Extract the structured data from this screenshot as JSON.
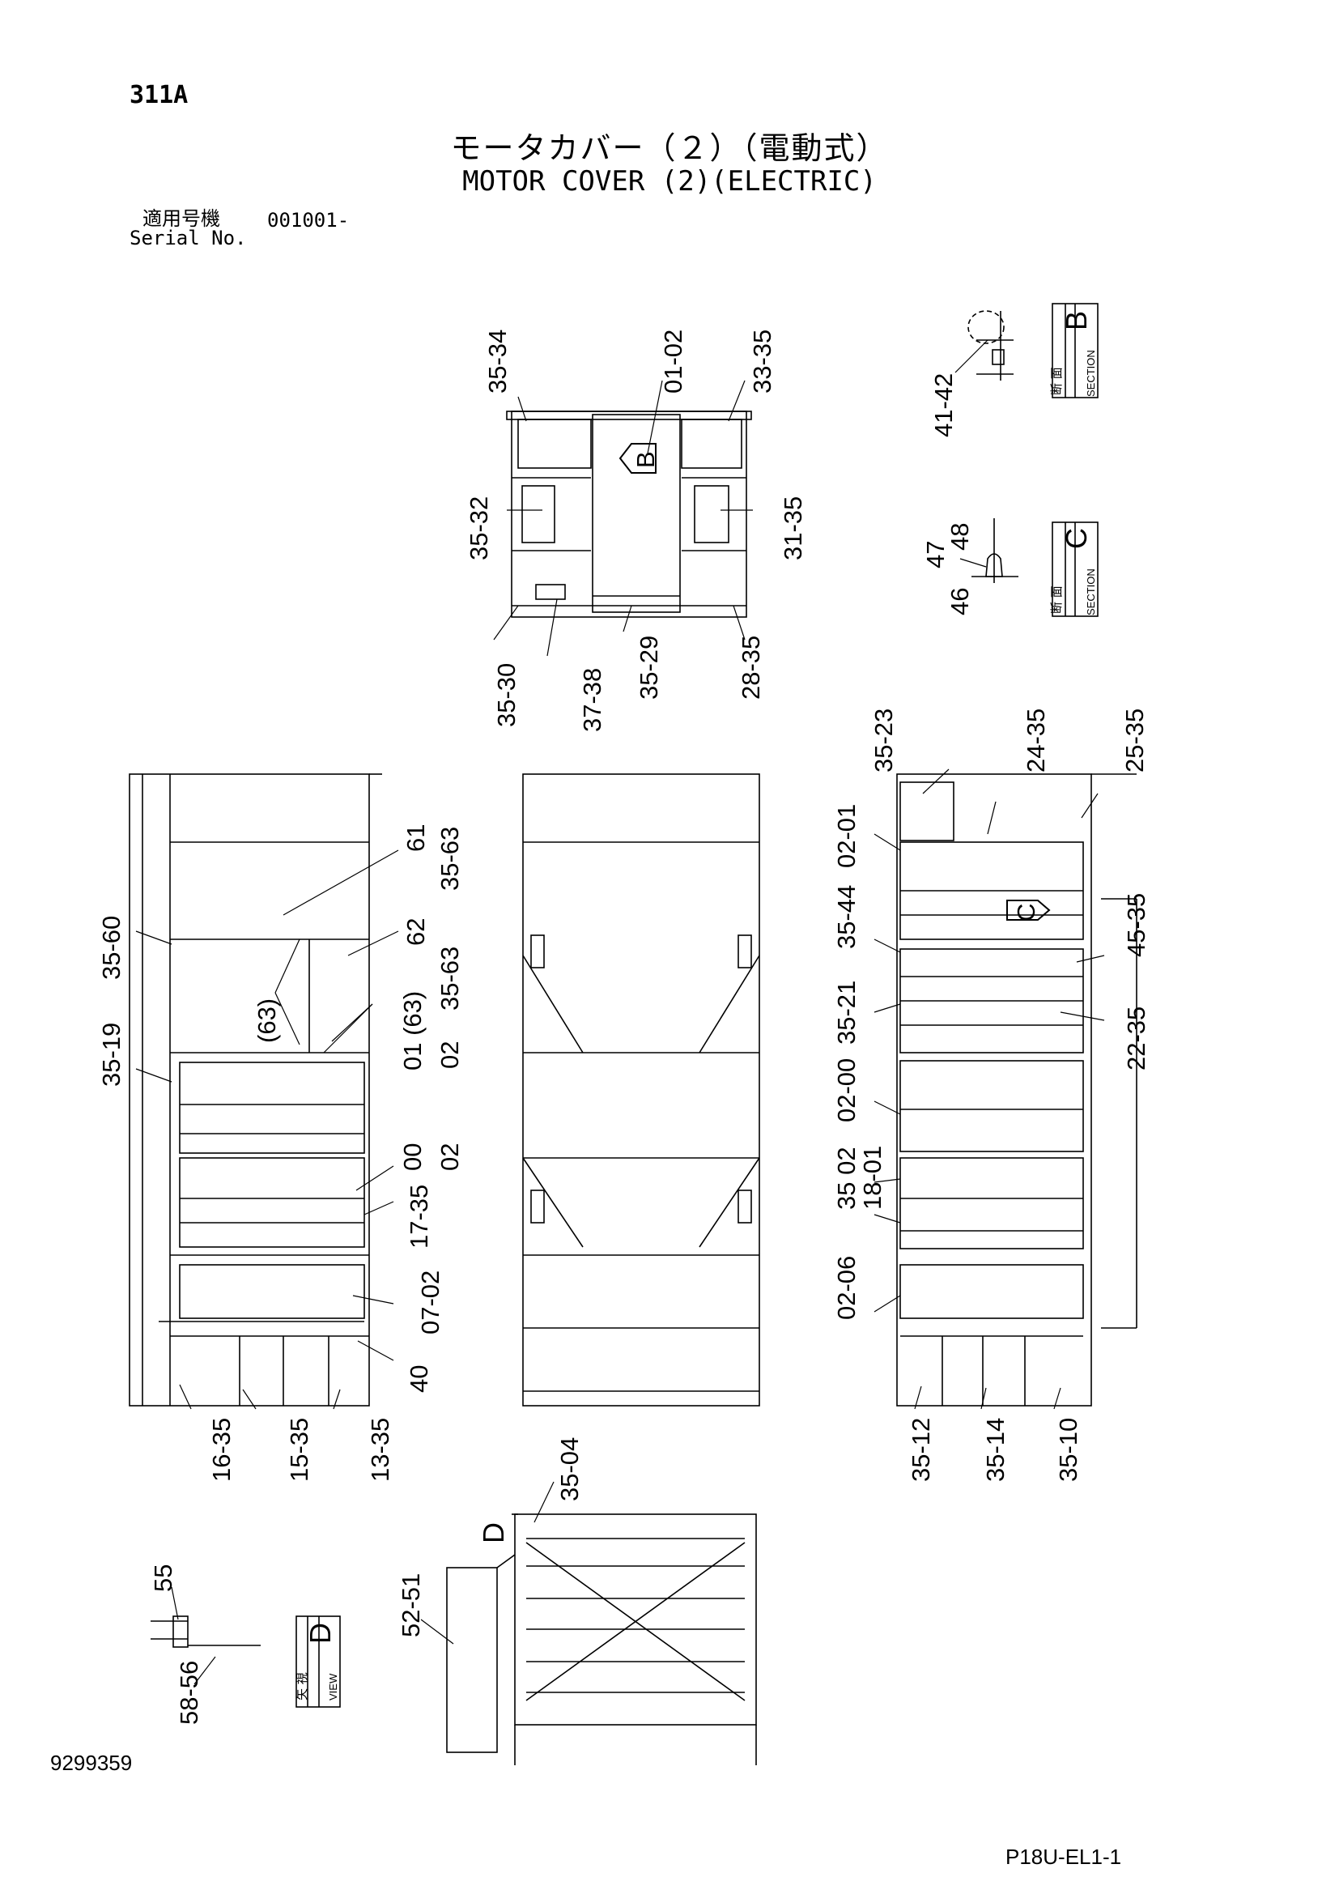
{
  "header": {
    "page_id": "311A",
    "title_jp": "モータカバー（２）（電動式）",
    "title_en": "MOTOR COVER (2)(ELECTRIC)",
    "serial_label_jp": "適用号機",
    "serial_label_en": "Serial No.",
    "serial_number": "001001-"
  },
  "footer": {
    "document_number": "9299359",
    "page_code": "P18U-EL1-1"
  },
  "section_boxes": [
    {
      "letter": "B",
      "kind_en": "SECTION",
      "kind_jp": "断 面"
    },
    {
      "letter": "C",
      "kind_en": "SECTION",
      "kind_jp": "断 面"
    },
    {
      "letter": "D",
      "kind_en": "VIEW",
      "kind_jp": "矢 視"
    }
  ],
  "view_markers": {
    "b": "B",
    "c": "C",
    "d": "D"
  },
  "callouts": {
    "top_view": [
      "35-34",
      "01-02",
      "33-35",
      "35-32",
      "31-35",
      "35-30",
      "37-38",
      "35-29",
      "28-35"
    ],
    "section_b": [
      "41-42"
    ],
    "section_c": [
      "47",
      "48",
      "46"
    ],
    "left_view": [
      "35-60",
      "61",
      "35-63",
      "62",
      "35-63",
      "(63)",
      "01 (63)",
      "02",
      "35-19",
      "00",
      "02",
      "17-35",
      "07-02",
      "40",
      "16-35",
      "15-35",
      "13-35"
    ],
    "right_view": [
      "35-23",
      "24-35",
      "25-35",
      "02-01",
      "35-44",
      "45-35",
      "35-21",
      "22-35",
      "02-00",
      "35 02",
      "18-01",
      "02-06",
      "35-12",
      "35-14",
      "35-10"
    ],
    "bottom_view": [
      "35-04",
      "52-51"
    ],
    "detail_d": [
      "55",
      "58-56"
    ]
  }
}
